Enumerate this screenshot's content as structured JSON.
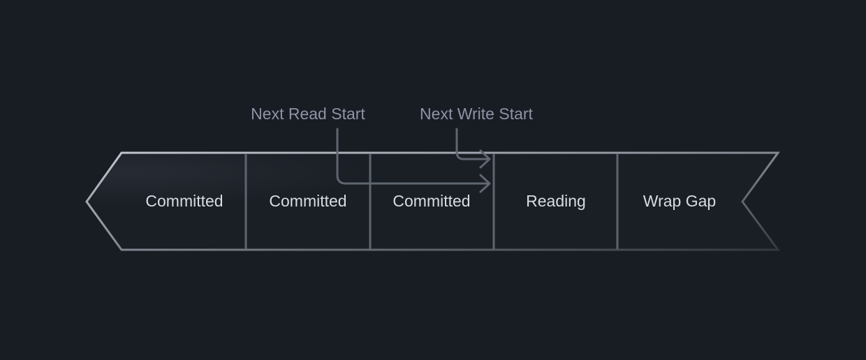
{
  "diagram": {
    "type": "ring-buffer",
    "segments": [
      {
        "label": "Committed"
      },
      {
        "label": "Committed"
      },
      {
        "label": "Committed"
      },
      {
        "label": "Reading"
      },
      {
        "label": "Wrap Gap"
      }
    ],
    "pointers": [
      {
        "label": "Next Read Start",
        "target_boundary": "Committed|Reading"
      },
      {
        "label": "Next Write Start",
        "target_boundary": "Committed|Reading"
      }
    ]
  },
  "colors": {
    "background": "#181c23",
    "fill": "#1b1f27",
    "border_light": "#b9bec7",
    "border_dark": "#3c3f44",
    "divider": "#5d6570",
    "text": "#d7dce4",
    "pointer_text": "#8e93a6",
    "arrow": "#5f6670"
  }
}
